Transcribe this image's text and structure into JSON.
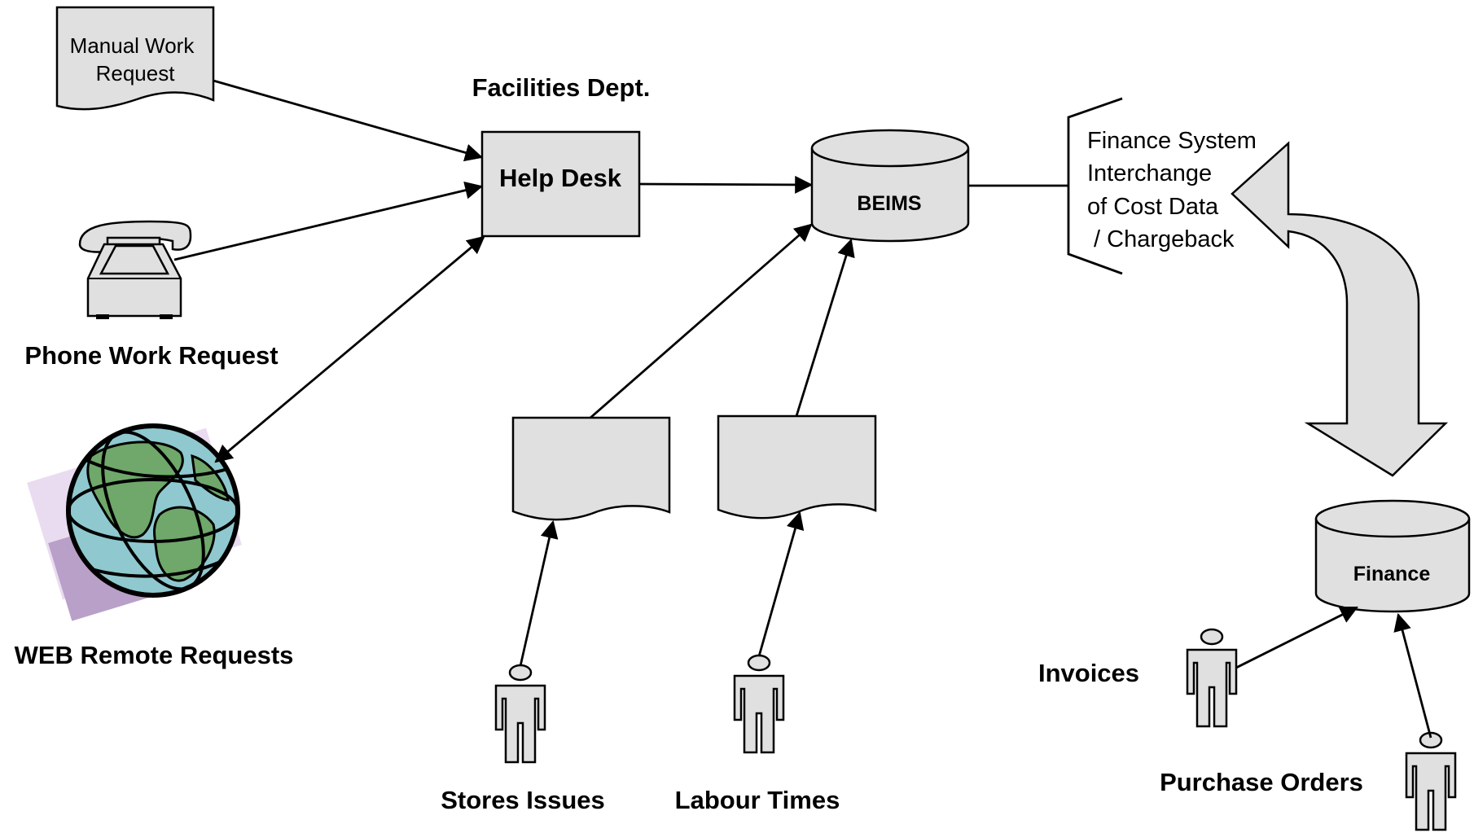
{
  "colors": {
    "shape_fill": "#e0e0e0",
    "stroke": "#000000",
    "globe_water": "#8fc9cf",
    "globe_land": "#6fa86a",
    "globe_shadow": "#b9a0c9"
  },
  "nodes": {
    "manual_request": {
      "line1": "Manual Work",
      "line2": "Request"
    },
    "phone_request": {
      "label": "Phone Work Request",
      "icon": "telephone-icon"
    },
    "web_request": {
      "label": "WEB Remote Requests",
      "icon": "globe-icon"
    },
    "facilities": {
      "label": "Facilities Dept."
    },
    "help_desk": {
      "label": "Help Desk"
    },
    "beims": {
      "label": "BEIMS"
    },
    "finance_interchange": {
      "line1": "Finance System",
      "line2": "Interchange",
      "line3": "of Cost Data",
      "line4": " / Chargeback"
    },
    "stores_issues": {
      "label": "Stores Issues",
      "icon": "person-icon"
    },
    "labour_times": {
      "label": "Labour Times",
      "icon": "person-icon"
    },
    "finance": {
      "label": "Finance"
    },
    "invoices": {
      "label": "Invoices",
      "icon": "person-icon"
    },
    "purchase_orders": {
      "label": "Purchase Orders",
      "icon": "person-icon"
    }
  }
}
